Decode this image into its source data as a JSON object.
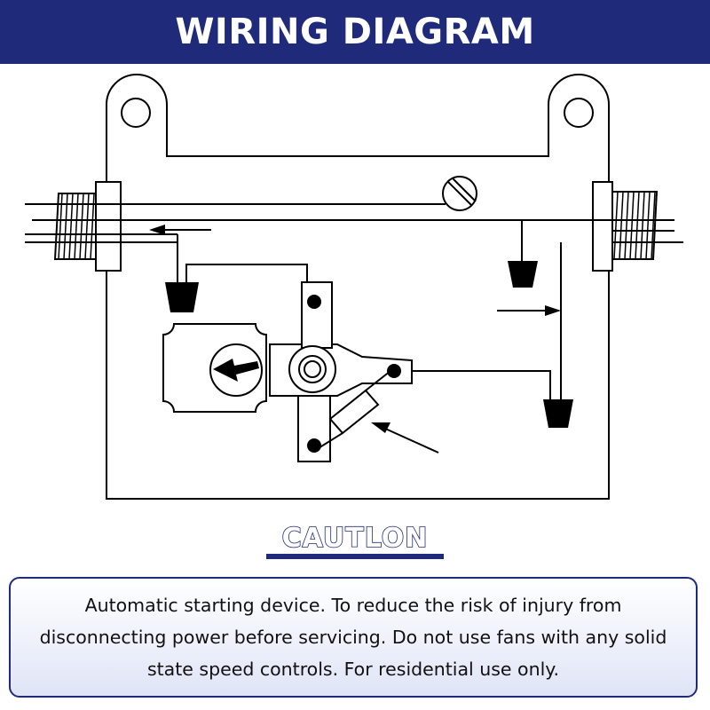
{
  "header": {
    "title": "WIRING DIAGRAM"
  },
  "caution": {
    "label": "CAUTLON"
  },
  "notice": {
    "text": "Automatic starting device. To reduce the risk of injury from disconnecting power before servicing. Do not use fans with any solid state speed controls. For residential use only."
  },
  "colors": {
    "brand_navy": "#1f2a7a",
    "line": "#000000",
    "background": "#ffffff"
  }
}
